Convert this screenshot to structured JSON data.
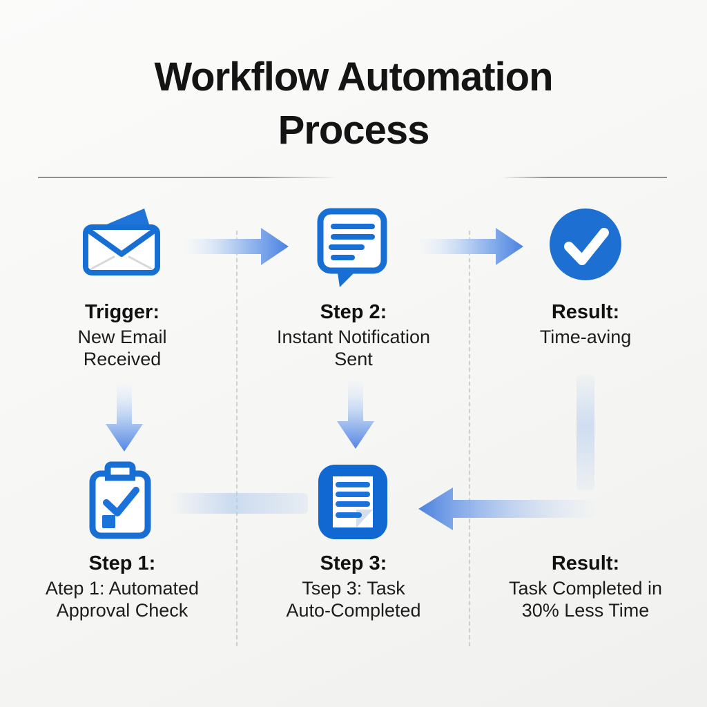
{
  "title": {
    "full": "Workflow Automation Process",
    "lines": [
      "Workflow Automation",
      "Process"
    ]
  },
  "nodes": {
    "trigger": {
      "icon": "email-icon",
      "heading": "Trigger:",
      "lines": [
        "New Email",
        "Received"
      ]
    },
    "step2": {
      "icon": "chat-bubble-icon",
      "heading": "Step 2:",
      "lines": [
        "Instant Notification",
        "Sent"
      ]
    },
    "result_top": {
      "icon": "check-circle-icon",
      "heading": "Result:",
      "lines": [
        "Time-aving"
      ]
    },
    "step1": {
      "icon": "clipboard-check-icon",
      "heading": "Step 1:",
      "lines": [
        "Atep 1: Automated",
        "Approval Check"
      ]
    },
    "step3": {
      "icon": "document-icon",
      "heading": "Step 3:",
      "lines": [
        "Tsep 3: Task",
        "Auto-Completed"
      ]
    },
    "result_bottom": {
      "icon": "none",
      "heading": "Result:",
      "lines": [
        "Task Completed in",
        "30% Less Time"
      ]
    }
  },
  "colors": {
    "primary_blue": "#176fd4",
    "arrow_blue": "#4a82e2",
    "background": "#f6f6f4",
    "text": "#191919",
    "divider_gray": "#8f8f8f",
    "dashed_gray": "#c2c2c2"
  }
}
